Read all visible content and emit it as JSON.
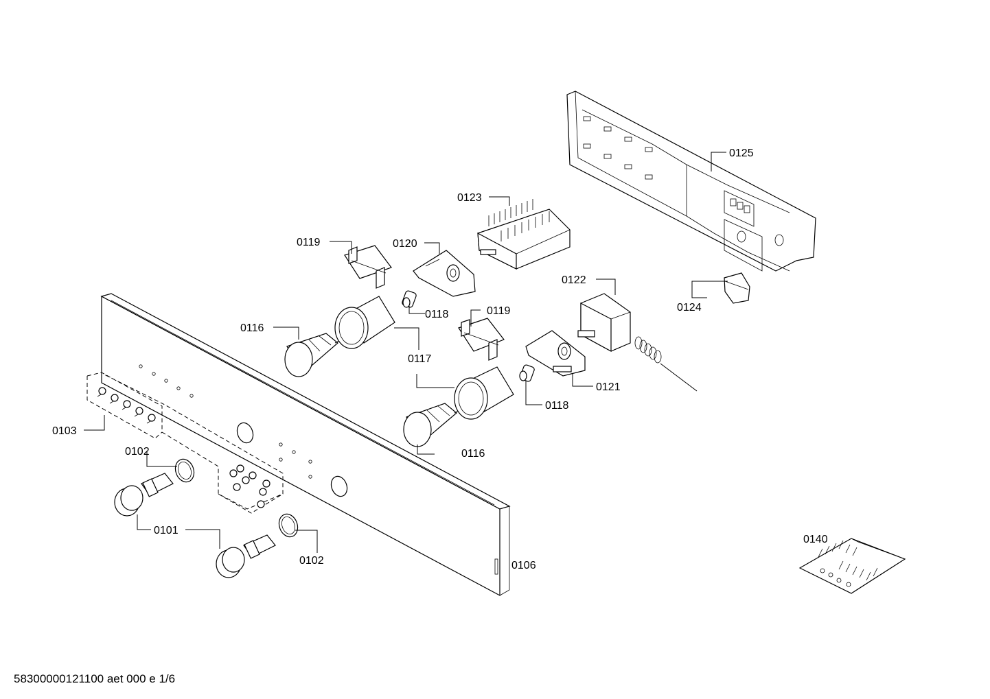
{
  "diagram": {
    "labels": {
      "p0101": "0101",
      "p0102a": "0102",
      "p0102b": "0102",
      "p0103": "0103",
      "p0106": "0106",
      "p0116a": "0116",
      "p0116b": "0116",
      "p0117": "0117",
      "p0118a": "0118",
      "p0118b": "0118",
      "p0119a": "0119",
      "p0119b": "0119",
      "p0120": "0120",
      "p0121": "0121",
      "p0122": "0122",
      "p0123": "0123",
      "p0124": "0124",
      "p0125": "0125",
      "p0140": "0140"
    }
  },
  "footer": {
    "text": "58300000121100 aet 000 e 1/6"
  }
}
